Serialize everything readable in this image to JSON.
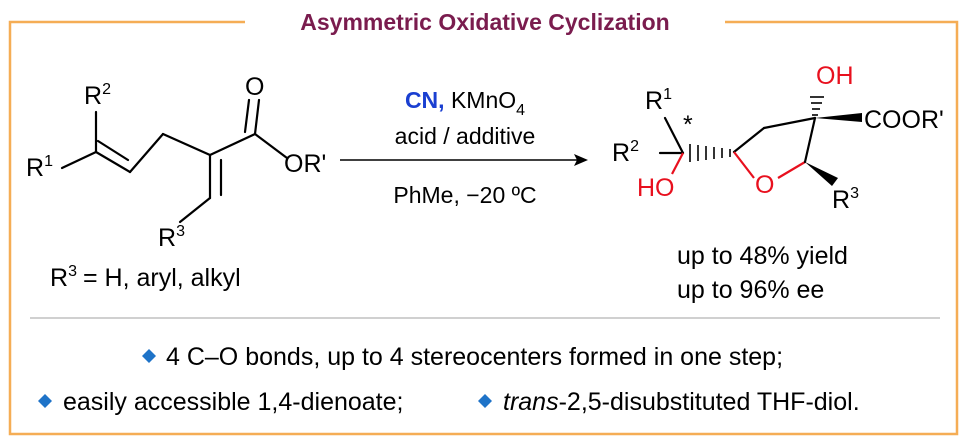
{
  "title": "Asymmetric Oxidative Cyclization",
  "colors": {
    "frame": "#f5ad55",
    "title": "#7a1c4e",
    "catalyst": "#1a3fd1",
    "oxygen": "#e8101e",
    "bullet": "#1e73c8"
  },
  "reactant": {
    "R2": "R",
    "R2_sup": "2",
    "R1": "R",
    "R1_sup": "1",
    "carbonyl_O": "O",
    "ester": "OR'",
    "R3": "R",
    "R3_sup": "3",
    "scope": "= H, aryl, alkyl"
  },
  "conditions": {
    "catalyst": "CN,",
    "oxidant": "KMnO",
    "oxidant_sub": "4",
    "additive": "acid / additive",
    "solvent_temp": "PhMe, −20 ºC"
  },
  "product": {
    "OH_top": "OH",
    "ester": "COOR'",
    "R1": "R",
    "R1_sup": "1",
    "star": "*",
    "R2": "R",
    "R2_sup": "2",
    "HO": "HO",
    "ring_O": "O",
    "R3": "R",
    "R3_sup": "3"
  },
  "results": {
    "yield": "up to 48% yield",
    "ee": "up to 96% ee"
  },
  "bullets": {
    "line1": "4 C–O bonds, up to 4 stereocenters formed in one step;",
    "line2a": "easily accessible 1,4-dienoate;",
    "line2b_italic": "trans",
    "line2b_rest": "-2,5-disubstituted THF-diol."
  },
  "icons": [
    "diamond-bullet-icon",
    "reaction-arrow-icon",
    "wedge-bond-icon",
    "hash-bond-icon"
  ]
}
